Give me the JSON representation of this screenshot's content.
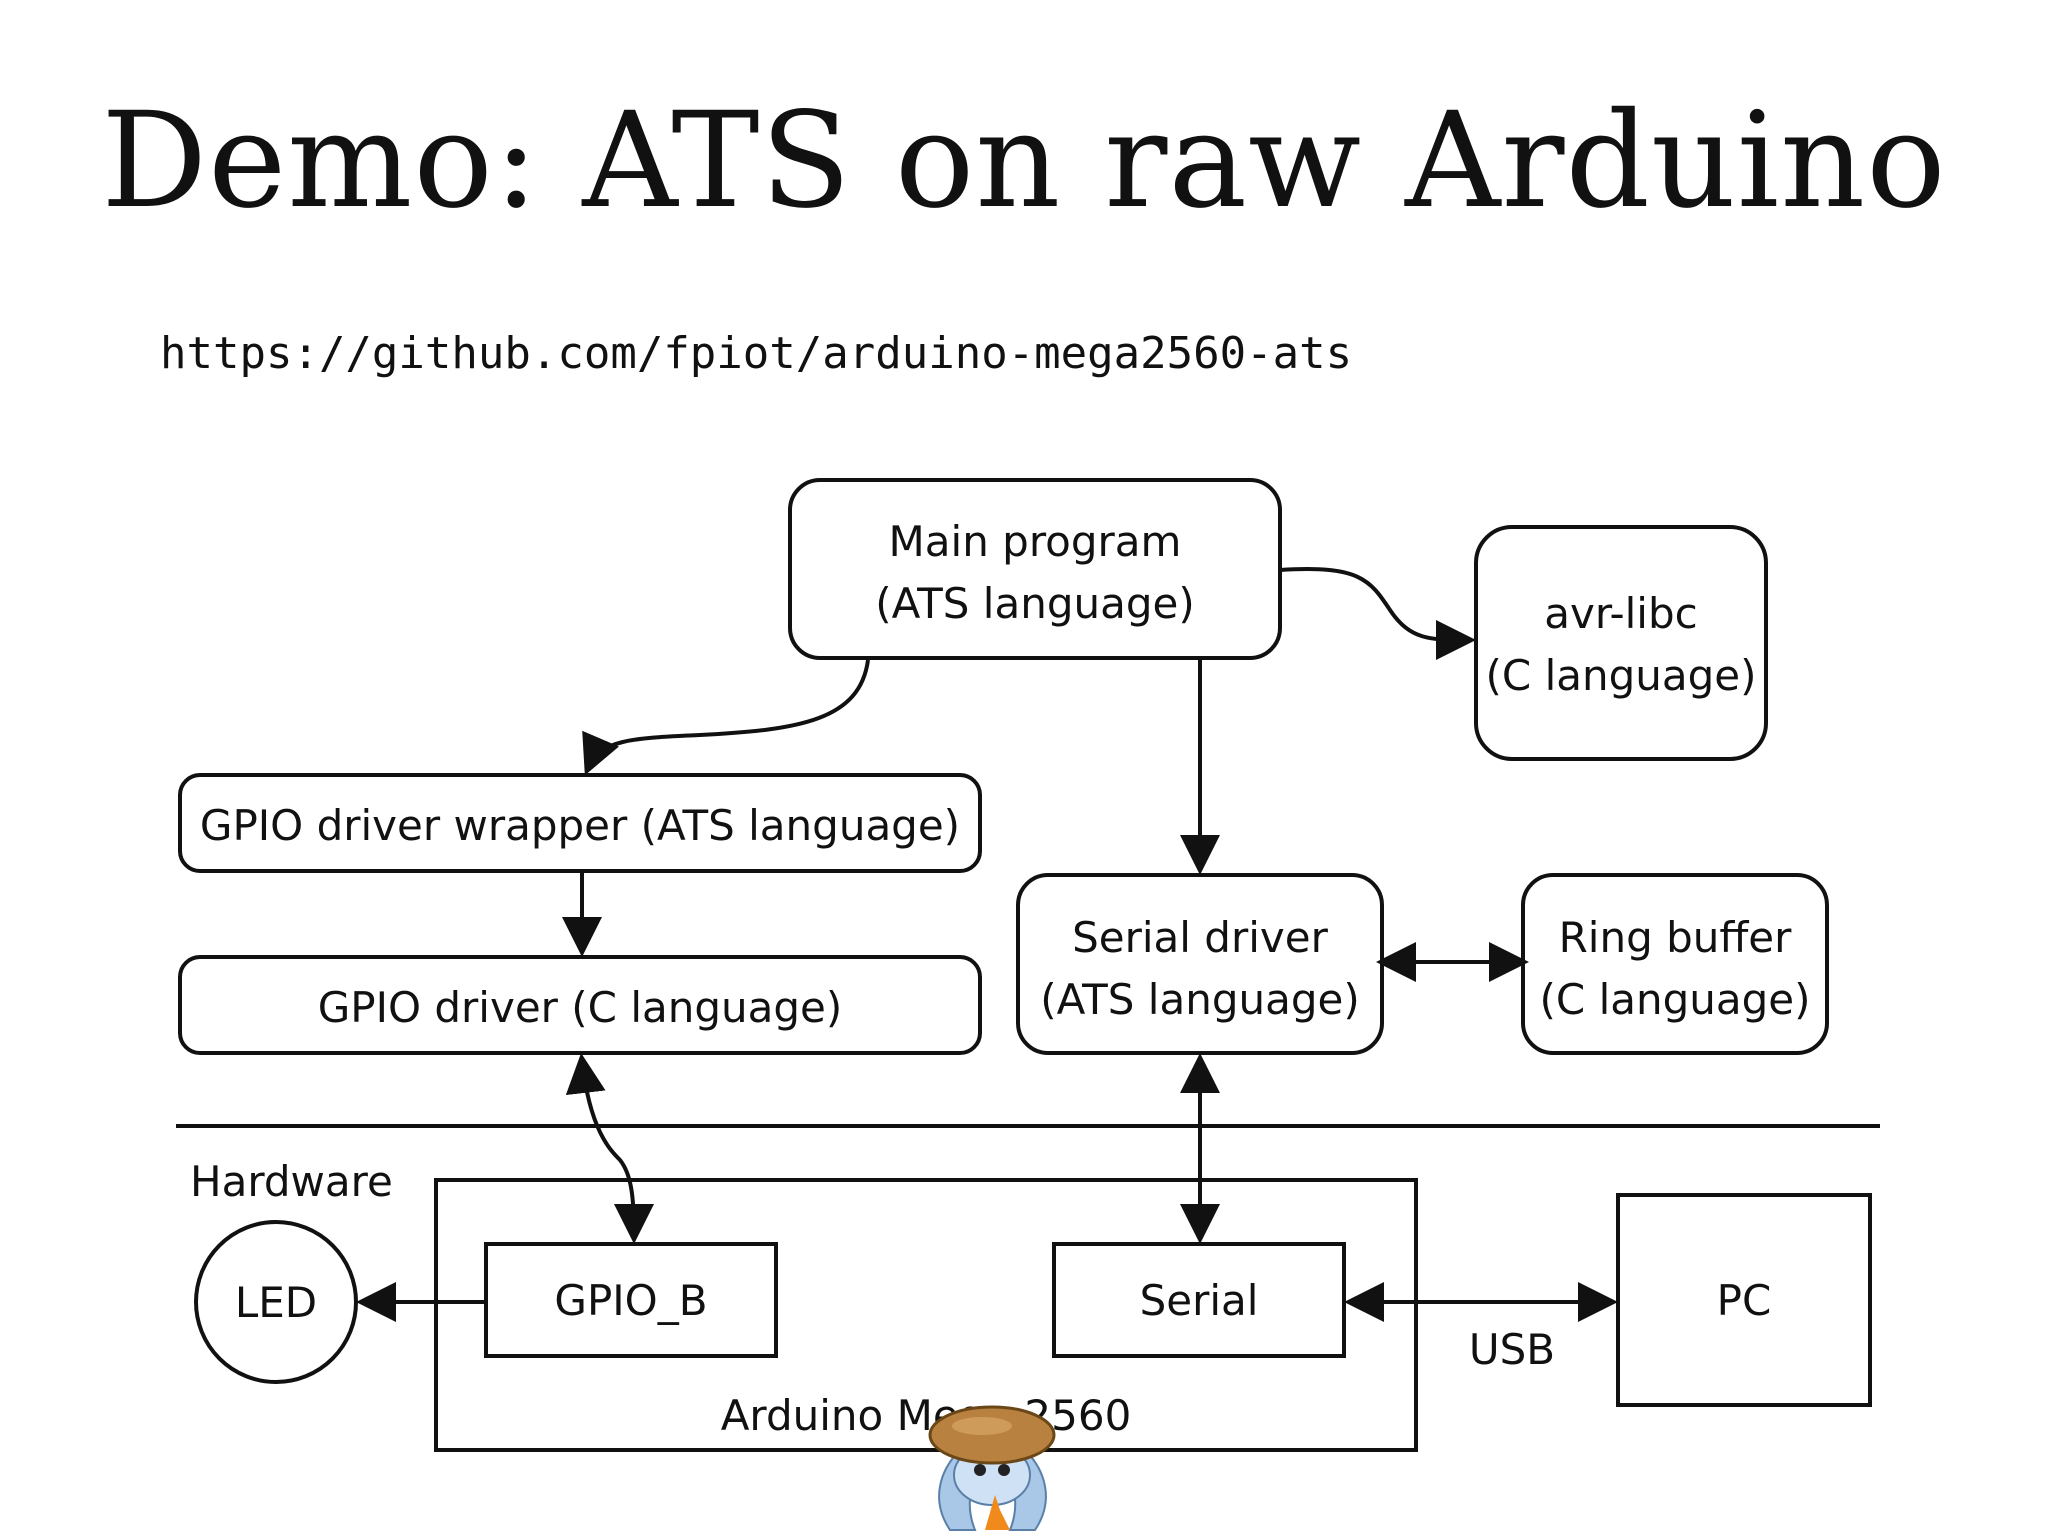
{
  "slide": {
    "title": "Demo: ATS on raw Arduino",
    "url": "https://github.com/fpiot/arduino-mega2560-ats"
  },
  "diagram": {
    "main_program": [
      "Main program",
      "(ATS language)"
    ],
    "avr_libc": [
      "avr-libc",
      "(C language)"
    ],
    "gpio_wrapper": "GPIO driver wrapper (ATS language)",
    "gpio_driver": "GPIO driver (C language)",
    "serial_driver": [
      "Serial driver",
      "(ATS language)"
    ],
    "ring_buffer": [
      "Ring buffer",
      "(C language)"
    ],
    "hardware_label": "Hardware",
    "led": "LED",
    "gpio_b": "GPIO_B",
    "serial": "Serial",
    "pc": "PC",
    "usb": "USB",
    "arduino": "Arduino Mega 2560"
  },
  "icons": {
    "mascot": "ats-mascot-icon"
  }
}
